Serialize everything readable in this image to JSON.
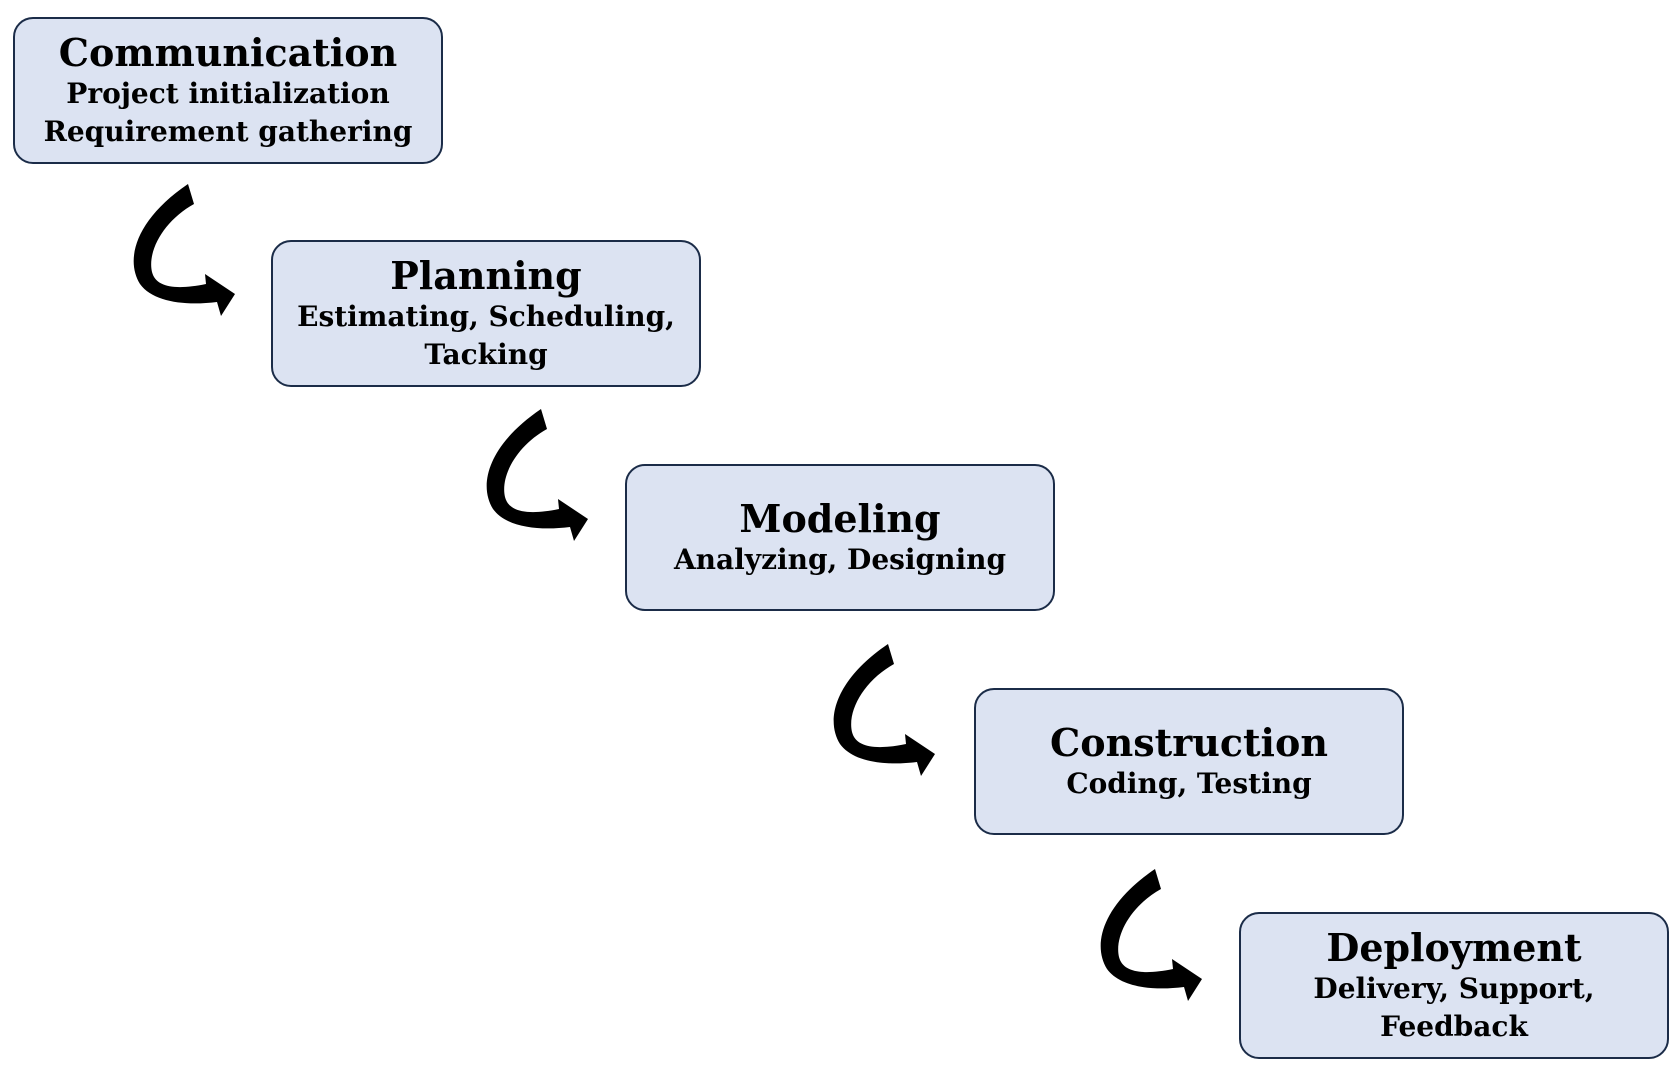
{
  "phases": [
    {
      "title": "Communication",
      "description": "Project initialization\nRequirement gathering"
    },
    {
      "title": "Planning",
      "description": "Estimating, Scheduling,\nTacking"
    },
    {
      "title": "Modeling",
      "description": "Analyzing, Designing"
    },
    {
      "title": "Construction",
      "description": "Coding, Testing"
    },
    {
      "title": "Deployment",
      "description": "Delivery, Support,\nFeedback"
    }
  ],
  "colors": {
    "box_fill": "#dce3f2",
    "box_border": "#1b2c48",
    "arrow": "#000000",
    "text": "#000000"
  },
  "icons": [
    "curved-arrow-icon"
  ]
}
